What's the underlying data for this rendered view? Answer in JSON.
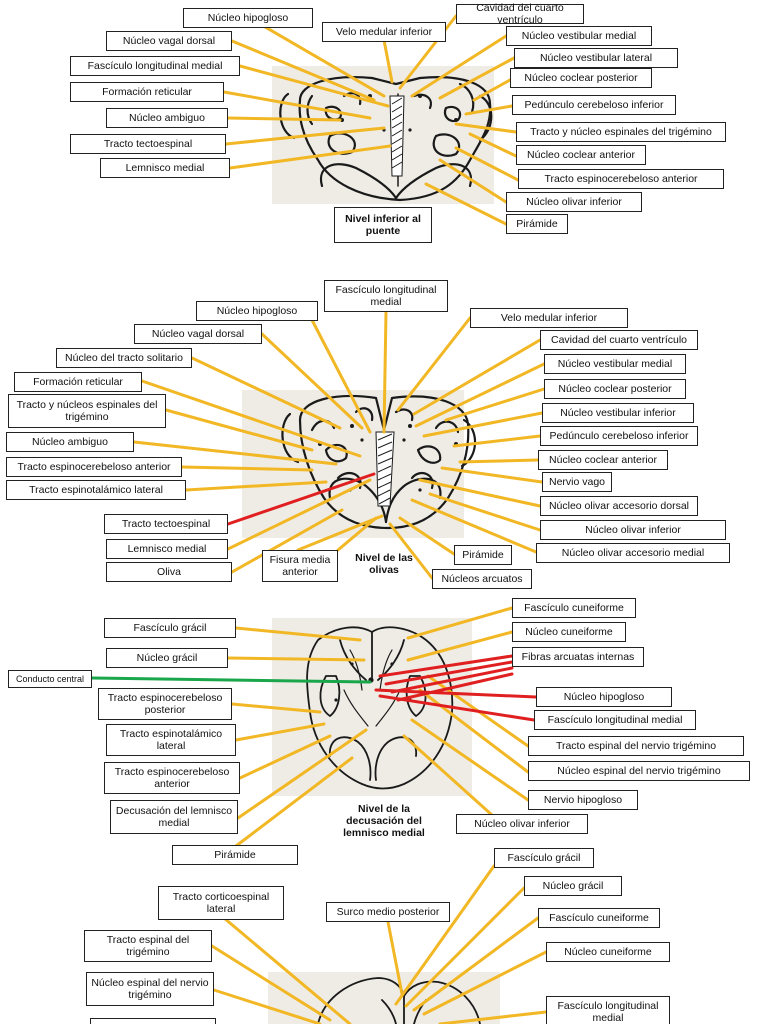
{
  "colors": {
    "leader": "#f2b724",
    "red_leader": "#e02020",
    "green_leader": "#1aa64a",
    "outline": "#1a1a1a",
    "photo_bg": "#efece6"
  },
  "sections": [
    {
      "caption": "Nivel inferior al puente",
      "labels": [
        "Núcleo hipogloso",
        "Núcleo vagal dorsal",
        "Fascículo longitudinal medial",
        "Formación reticular",
        "Núcleo ambiguo",
        "Tracto tectoespinal",
        "Lemnisco medial",
        "Velo medular inferior",
        "Cavidad del cuarto ventrículo",
        "Núcleo vestibular medial",
        "Núcleo vestibular lateral",
        "Núcleo coclear posterior",
        "Pedúnculo cerebeloso inferior",
        "Tracto y núcleo espinales del trigémino",
        "Núcleo coclear anterior",
        "Tracto espinocerebeloso anterior",
        "Núcleo olivar inferior",
        "Pirámide"
      ]
    },
    {
      "caption": "Nivel de las olivas",
      "labels": [
        "Núcleo hipogloso",
        "Núcleo vagal dorsal",
        "Núcleo del tracto solitario",
        "Formación reticular",
        "Tracto y núcleos espinales del trigémino",
        "Núcleo ambiguo",
        "Tracto espinocerebeloso anterior",
        "Tracto espinotalámico lateral",
        "Tracto tectoespinal",
        "Lemnisco medial",
        "Oliva",
        "Fisura media anterior",
        "Fascículo longitudinal medial",
        "Velo medular inferior",
        "Cavidad del cuarto ventrículo",
        "Núcleo vestibular medial",
        "Núcleo coclear posterior",
        "Núcleo vestibular inferior",
        "Pedúnculo cerebeloso inferior",
        "Núcleo coclear anterior",
        "Nervio vago",
        "Núcleo olivar accesorio dorsal",
        "Núcleo olivar inferior",
        "Núcleo olivar accesorio medial",
        "Pirámide",
        "Núcleos arcuatos"
      ]
    },
    {
      "caption": "Nivel de la decusación del lemnisco medial",
      "labels": [
        "Fascículo grácil",
        "Núcleo grácil",
        "Conducto central",
        "Tracto espinocerebeloso posterior",
        "Tracto espinotalámico lateral",
        "Tracto espinocerebeloso anterior",
        "Decusación del lemnisco medial",
        "Pirámide",
        "Fascículo cuneiforme",
        "Núcleo cuneiforme",
        "Fibras arcuatas internas",
        "Núcleo hipogloso",
        "Fascículo longitudinal medial",
        "Tracto espinal del nervio trigémino",
        "Núcleo espinal del nervio trigémino",
        "Nervio hipogloso",
        "Núcleo olivar inferior"
      ]
    },
    {
      "caption": "",
      "labels": [
        "Tracto corticoespinal lateral",
        "Surco medio posterior",
        "Fascículo grácil",
        "Núcleo grácil",
        "Fascículo cuneiforme",
        "Núcleo cuneiforme",
        "Tracto espinal del trigémino",
        "Núcleo espinal del nervio trigémino",
        "Fascículo longitudinal medial"
      ]
    }
  ]
}
